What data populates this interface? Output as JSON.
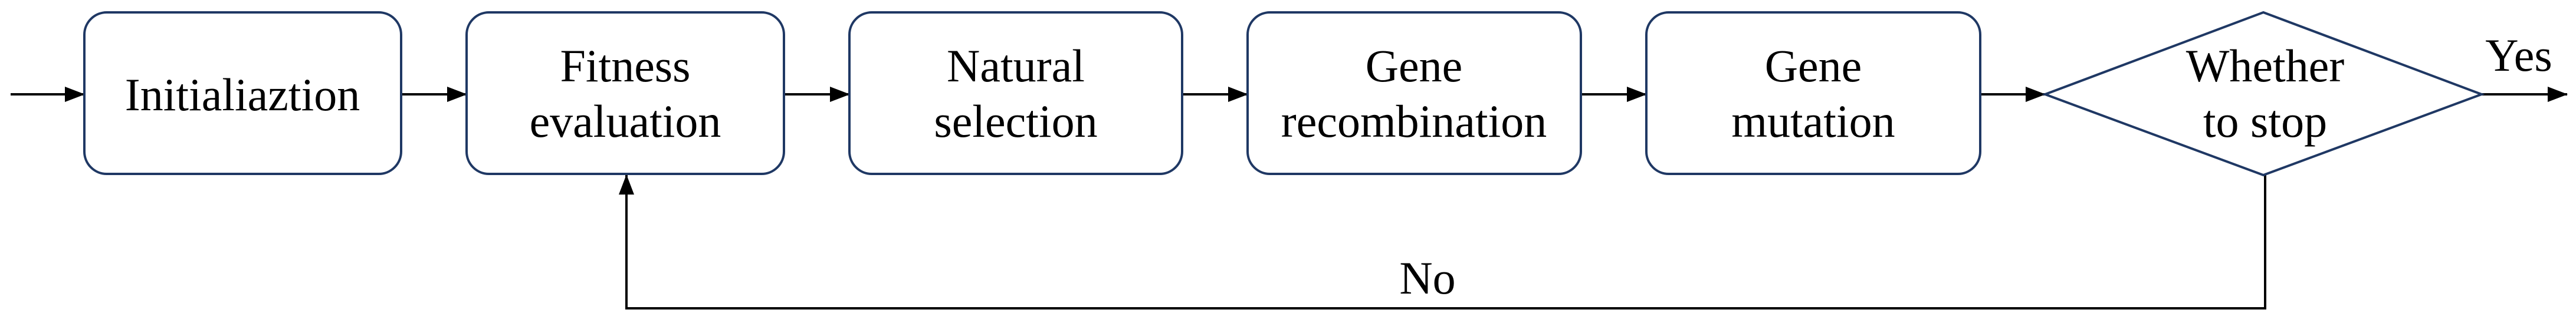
{
  "diagram": {
    "colors": {
      "box_stroke": "#1f3864",
      "arrow": "#000000",
      "text": "#000000",
      "background": "#ffffff"
    },
    "nodes": {
      "init": {
        "lines": [
          "Initialiaztion"
        ]
      },
      "fitness": {
        "lines": [
          "Fitness",
          "evaluation"
        ]
      },
      "selection": {
        "lines": [
          "Natural",
          "selection"
        ]
      },
      "recombination": {
        "lines": [
          "Gene",
          "recombination"
        ]
      },
      "mutation": {
        "lines": [
          "Gene",
          "mutation"
        ]
      },
      "decision": {
        "lines": [
          "Whether",
          "to stop"
        ]
      }
    },
    "edge_labels": {
      "yes": "Yes",
      "no": "No"
    }
  }
}
